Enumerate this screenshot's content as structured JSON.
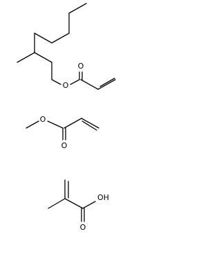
{
  "figure": {
    "molecules": [
      {
        "id": "ethylhexyl-acrylate",
        "atom_labels": {
          "ester_o": "O",
          "carbonyl_o": "O"
        }
      },
      {
        "id": "methyl-acrylate",
        "atom_labels": {
          "ester_o": "O",
          "carbonyl_o": "O"
        }
      },
      {
        "id": "methacrylic-acid",
        "atom_labels": {
          "hydroxyl": "OH",
          "carbonyl_o": "O"
        }
      }
    ]
  }
}
